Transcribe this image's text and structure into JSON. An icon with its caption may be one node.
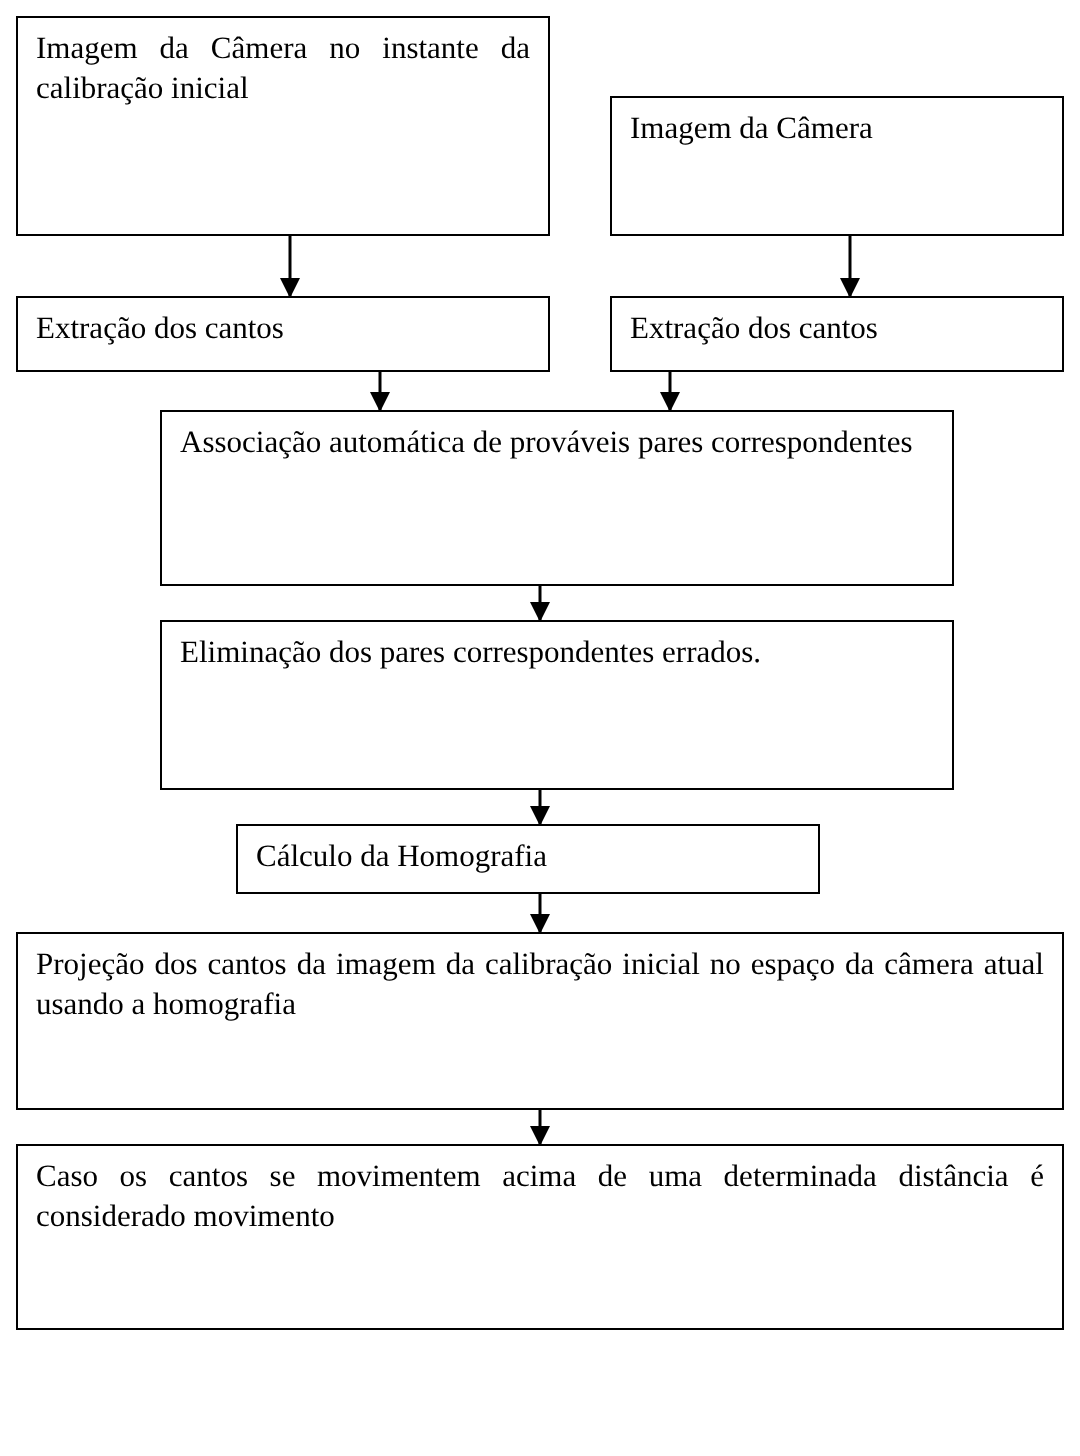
{
  "diagram": {
    "nodes": [
      {
        "text": [
          "Imagem da Câmera no instante da calibração inicial"
        ]
      },
      {
        "text": [
          "Imagem da Câmera"
        ]
      },
      {
        "text": [
          "Extração dos cantos"
        ]
      },
      {
        "text": [
          "Extração dos cantos"
        ]
      },
      {
        "text": [
          "Associação automática de prováveis pares correspondentes"
        ]
      },
      {
        "text": [
          "Eliminação dos pares correspondentes errados."
        ]
      },
      {
        "text": [
          "Cálculo da Homografia"
        ]
      },
      {
        "text": [
          "Projeção dos cantos da imagem da calibração inicial no espaço da câmera atual usando a homografia"
        ]
      },
      {
        "text": [
          "Caso os cantos se movimentem acima de uma determinada distância é considerado movimento"
        ]
      }
    ],
    "edges": [
      {
        "from": 0,
        "to": 2,
        "arrow": "to"
      },
      {
        "from": 1,
        "to": 3,
        "arrow": "to"
      },
      {
        "from": 2,
        "to": 4,
        "arrow": "to"
      },
      {
        "from": 3,
        "to": 4,
        "arrow": "to"
      },
      {
        "from": 4,
        "to": 5,
        "arrow": "to"
      },
      {
        "from": 5,
        "to": 6,
        "arrow": "to"
      },
      {
        "from": 6,
        "to": 7,
        "arrow": "to"
      },
      {
        "from": 7,
        "to": 8,
        "arrow": "to"
      }
    ]
  }
}
